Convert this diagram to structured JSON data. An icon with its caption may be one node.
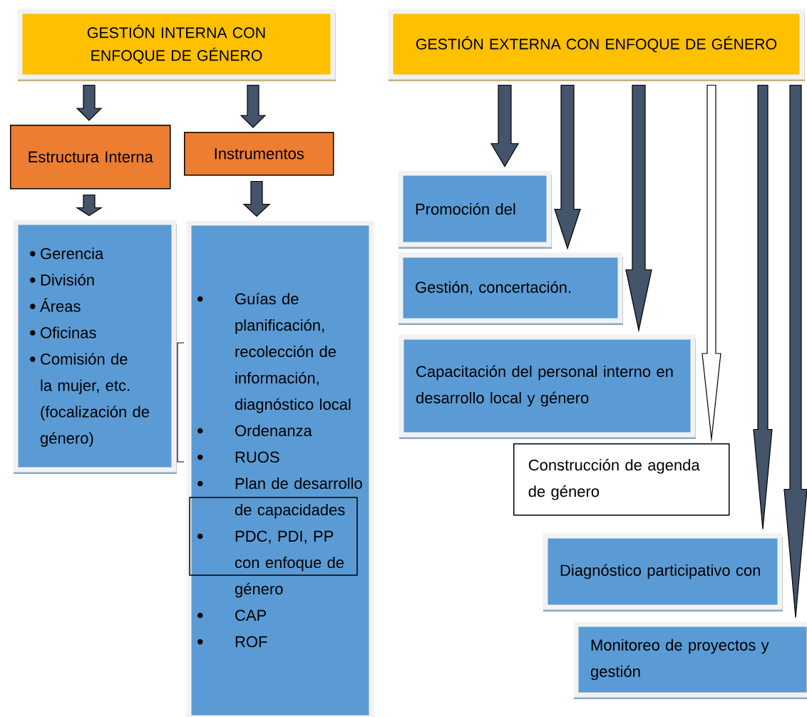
{
  "diagram": {
    "nodes": [
      {
        "text": [
          "GESTIÓN INTERNA CON ENFOQUE DE GÉNERO"
        ]
      },
      {
        "text": [
          "Estructura Interna"
        ]
      },
      {
        "text": [
          "Instrumentos"
        ]
      },
      {
        "text": [
          "Gerencia",
          "División",
          "Áreas",
          "Oficinas",
          "Comisión de la mujer, etc. (focalización de género)"
        ]
      },
      {
        "text": [
          "Guías de planificación, recolección de información, diagnóstico local",
          "Ordenanza",
          "RUOS",
          "Plan de desarrollo de capacidades",
          "PDC, PDI, PP con enfoque de género",
          "CAP",
          "ROF"
        ]
      },
      {
        "text": [
          "GESTIÓN EXTERNA CON ENFOQUE DE GÉNERO"
        ]
      },
      {
        "text": [
          "Promoción del"
        ]
      },
      {
        "text": [
          "Gestión, concertación."
        ]
      },
      {
        "text": [
          "Capacitación del personal interno en desarrollo local y género"
        ]
      },
      {
        "text": [
          "Construcción de agenda de género"
        ]
      },
      {
        "text": [
          "Diagnóstico participativo con"
        ]
      },
      {
        "text": [
          "Monitoreo de proyectos y gestión"
        ]
      }
    ],
    "edges": [
      {
        "from": 0,
        "to": 1,
        "arrow": "to"
      },
      {
        "from": 0,
        "to": 2,
        "arrow": "to"
      },
      {
        "from": 1,
        "to": 3,
        "arrow": "to"
      },
      {
        "from": 2,
        "to": 4,
        "arrow": "to"
      },
      {
        "from": 5,
        "to": 6,
        "arrow": "to"
      },
      {
        "from": 5,
        "to": 7,
        "arrow": "to"
      },
      {
        "from": 5,
        "to": 8,
        "arrow": "to"
      },
      {
        "from": 5,
        "to": 9,
        "arrow": "to",
        "color": "#ffffff"
      },
      {
        "from": 5,
        "to": 10,
        "arrow": "to"
      },
      {
        "from": 5,
        "to": 11,
        "arrow": "to"
      }
    ]
  }
}
